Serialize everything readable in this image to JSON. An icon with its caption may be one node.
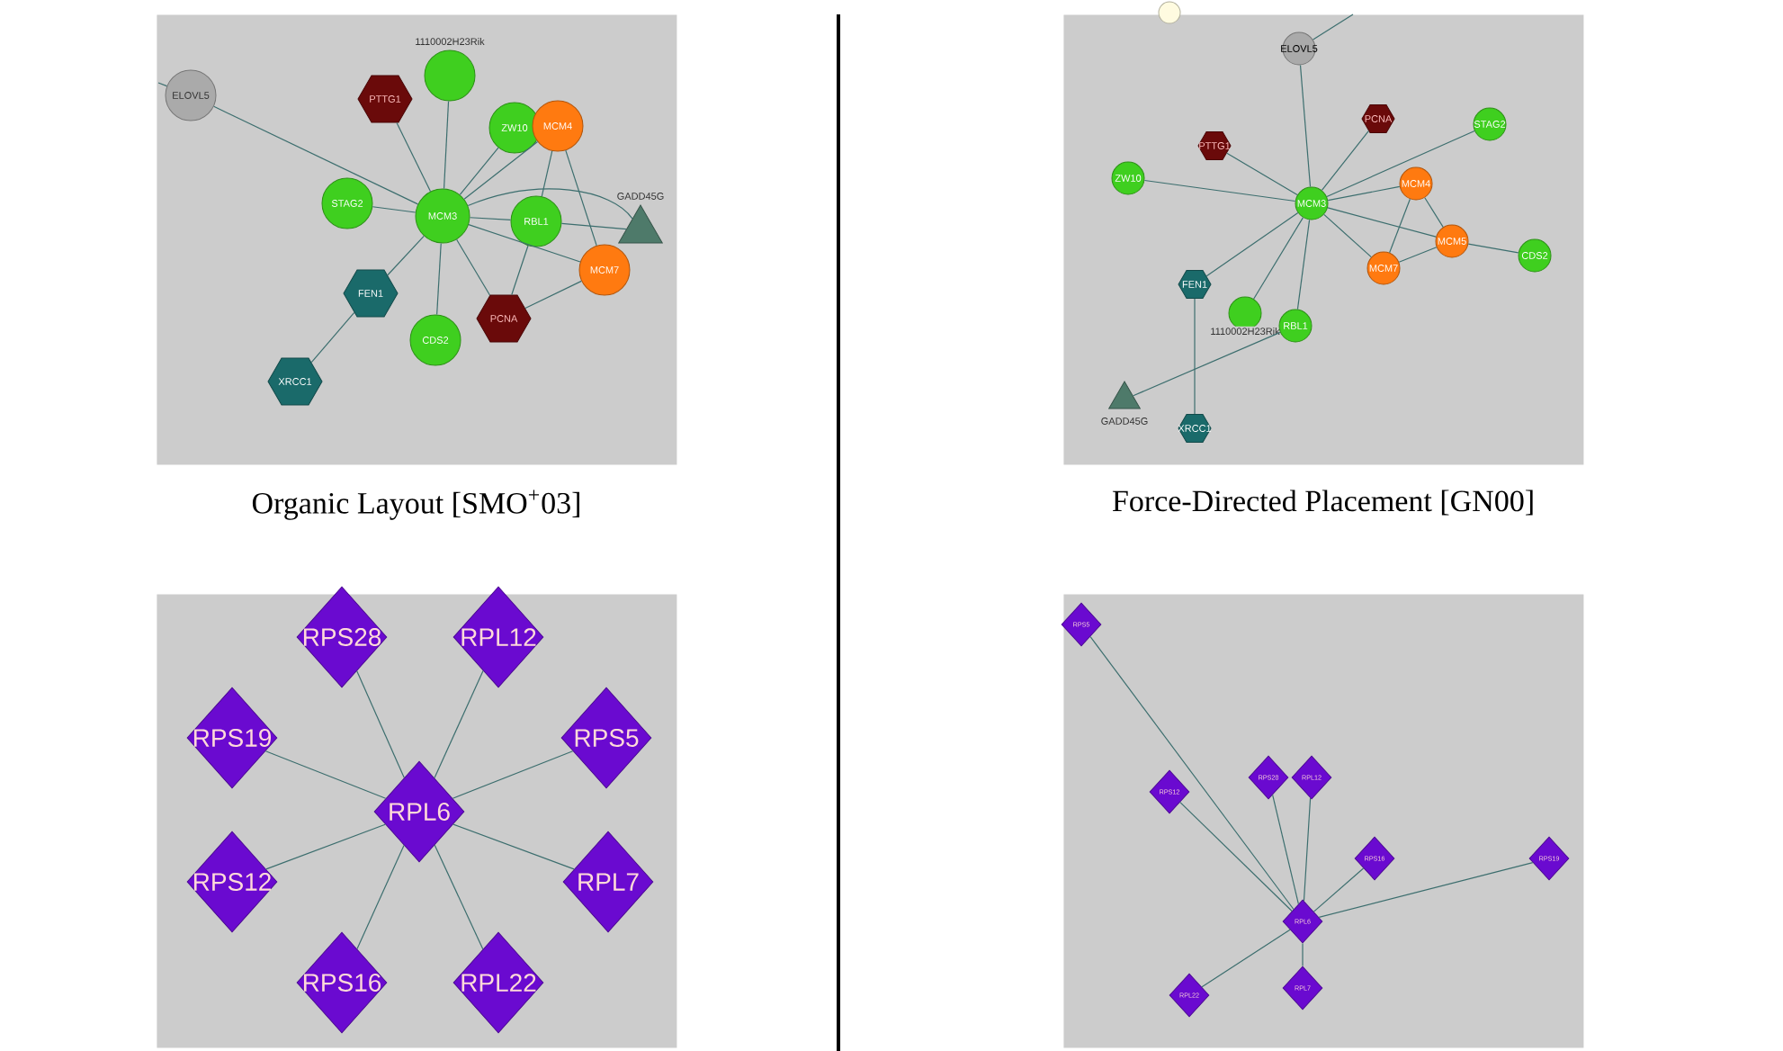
{
  "diagram": {
    "nodes": [
      {
        "text": [],
        "shape": "box"
      },
      {
        "text": [
          "ELOVL5"
        ],
        "in": 0
      },
      {
        "text": [
          "PTTG1"
        ],
        "in": 0
      },
      {
        "text": [
          "1110002H23Rik"
        ],
        "in": 0
      },
      {
        "text": [
          "ZW10"
        ],
        "in": 0
      },
      {
        "text": [
          "MCM4"
        ],
        "in": 0
      },
      {
        "text": [
          "STAG2"
        ],
        "in": 0
      },
      {
        "text": [
          "MCM3"
        ],
        "in": 0
      },
      {
        "text": [
          "RBL1"
        ],
        "in": 0
      },
      {
        "text": [
          "GADD45G"
        ],
        "in": 0
      },
      {
        "text": [
          "MCM7"
        ],
        "in": 0
      },
      {
        "text": [
          "FEN1"
        ],
        "in": 0
      },
      {
        "text": [
          "PCNA"
        ],
        "in": 0
      },
      {
        "text": [
          "CDS2"
        ],
        "in": 0
      },
      {
        "text": [
          "XRCC1"
        ],
        "in": 0
      },
      {
        "text": [],
        "shape": "box"
      },
      {
        "text": [],
        "shape": "circle",
        "in": 15
      },
      {
        "text": [
          "ELOVL5"
        ],
        "in": 15
      },
      {
        "text": [
          "PCNA"
        ],
        "in": 15
      },
      {
        "text": [
          "PTTG1"
        ],
        "in": 15
      },
      {
        "text": [
          "STAG2"
        ],
        "in": 15
      },
      {
        "text": [
          "ZW10"
        ],
        "in": 15
      },
      {
        "text": [
          "MCM4"
        ],
        "in": 15
      },
      {
        "text": [
          "MCM3"
        ],
        "in": 15
      },
      {
        "text": [
          "MCM5"
        ],
        "in": 15
      },
      {
        "text": [
          "MCM7"
        ],
        "in": 15
      },
      {
        "text": [
          "CDS2"
        ],
        "in": 15
      },
      {
        "text": [
          "FEN1"
        ],
        "in": 15
      },
      {
        "text": [
          "1110002H23Rik"
        ],
        "in": 15
      },
      {
        "text": [
          "RBL1"
        ],
        "in": 15
      },
      {
        "text": [
          "GADD45G"
        ],
        "in": 15
      },
      {
        "text": [
          "XRCC1"
        ],
        "in": 15
      },
      {
        "text": [],
        "shape": "box"
      },
      {
        "text": [
          "RPS28"
        ],
        "in": 32
      },
      {
        "text": [
          "RPL12"
        ],
        "in": 32
      },
      {
        "text": [
          "RPS19"
        ],
        "in": 32
      },
      {
        "text": [
          "RPS5"
        ],
        "in": 32
      },
      {
        "text": [
          "RPL6"
        ],
        "in": 32
      },
      {
        "text": [
          "RPS12"
        ],
        "in": 32
      },
      {
        "text": [
          "RPL7"
        ],
        "in": 32
      },
      {
        "text": [
          "RPS16"
        ],
        "in": 32
      },
      {
        "text": [
          "RPL22"
        ],
        "in": 32
      },
      {
        "text": [],
        "shape": "box"
      },
      {
        "text": [
          "RPS5"
        ],
        "in": 42
      },
      {
        "text": [
          "RPS12"
        ],
        "in": 42
      },
      {
        "text": [
          "RPS28"
        ],
        "in": 42
      },
      {
        "text": [
          "RPL12"
        ],
        "in": 42
      },
      {
        "text": [
          "RPS16"
        ],
        "in": 42
      },
      {
        "text": [
          "RPS19"
        ],
        "in": 42
      },
      {
        "text": [
          "RPL6"
        ],
        "in": 42
      },
      {
        "text": [
          "RPL22"
        ],
        "in": 42
      },
      {
        "text": [
          "RPL7"
        ],
        "in": 42
      }
    ],
    "edges": [
      {
        "from": 7,
        "to": 1,
        "arrow": "none"
      },
      {
        "from": 7,
        "to": 2,
        "arrow": "none"
      },
      {
        "from": 7,
        "to": 3,
        "arrow": "none"
      },
      {
        "from": 7,
        "to": 4,
        "arrow": "none"
      },
      {
        "from": 7,
        "to": 5,
        "arrow": "none"
      },
      {
        "from": 7,
        "to": 6,
        "arrow": "none"
      },
      {
        "from": 7,
        "to": 8,
        "arrow": "none"
      },
      {
        "from": 7,
        "to": 9,
        "arrow": "none"
      },
      {
        "from": 7,
        "to": 10,
        "arrow": "none"
      },
      {
        "from": 7,
        "to": 11,
        "arrow": "none"
      },
      {
        "from": 7,
        "to": 12,
        "arrow": "none"
      },
      {
        "from": 7,
        "to": 13,
        "arrow": "none"
      },
      {
        "from": 11,
        "to": 14,
        "arrow": "none"
      },
      {
        "from": 5,
        "to": 8,
        "arrow": "none"
      },
      {
        "from": 5,
        "to": 10,
        "arrow": "none"
      },
      {
        "from": 8,
        "to": 12,
        "arrow": "none"
      },
      {
        "from": 12,
        "to": 10,
        "arrow": "none"
      },
      {
        "from": 8,
        "to": 9,
        "arrow": "none"
      },
      {
        "from": 1,
        "to": null,
        "arrow": "none"
      },
      {
        "from": 23,
        "to": 17,
        "arrow": "none"
      },
      {
        "from": 23,
        "to": 19,
        "arrow": "none"
      },
      {
        "from": 23,
        "to": 18,
        "arrow": "none"
      },
      {
        "from": 23,
        "to": 20,
        "arrow": "none"
      },
      {
        "from": 23,
        "to": 21,
        "arrow": "none"
      },
      {
        "from": 23,
        "to": 22,
        "arrow": "none"
      },
      {
        "from": 23,
        "to": 24,
        "arrow": "none"
      },
      {
        "from": 23,
        "to": 25,
        "arrow": "none"
      },
      {
        "from": 23,
        "to": 27,
        "arrow": "none"
      },
      {
        "from": 23,
        "to": 28,
        "arrow": "none"
      },
      {
        "from": 23,
        "to": 29,
        "arrow": "none"
      },
      {
        "from": 22,
        "to": 24,
        "arrow": "none"
      },
      {
        "from": 22,
        "to": 25,
        "arrow": "none"
      },
      {
        "from": 24,
        "to": 25,
        "arrow": "none"
      },
      {
        "from": 24,
        "to": 26,
        "arrow": "none"
      },
      {
        "from": 27,
        "to": 31,
        "arrow": "none"
      },
      {
        "from": 29,
        "to": 30,
        "arrow": "none"
      },
      {
        "from": 17,
        "to": null,
        "arrow": "none"
      },
      {
        "from": 37,
        "to": 33,
        "arrow": "none"
      },
      {
        "from": 37,
        "to": 34,
        "arrow": "none"
      },
      {
        "from": 37,
        "to": 35,
        "arrow": "none"
      },
      {
        "from": 37,
        "to": 36,
        "arrow": "none"
      },
      {
        "from": 37,
        "to": 38,
        "arrow": "none"
      },
      {
        "from": 37,
        "to": 39,
        "arrow": "none"
      },
      {
        "from": 37,
        "to": 40,
        "arrow": "none"
      },
      {
        "from": 37,
        "to": 41,
        "arrow": "none"
      },
      {
        "from": 43,
        "to": 49,
        "arrow": "none"
      },
      {
        "from": 49,
        "to": 44,
        "arrow": "none"
      },
      {
        "from": 49,
        "to": 45,
        "arrow": "none"
      },
      {
        "from": 49,
        "to": 46,
        "arrow": "none"
      },
      {
        "from": 49,
        "to": 47,
        "arrow": "none"
      },
      {
        "from": 49,
        "to": 48,
        "arrow": "none"
      },
      {
        "from": 49,
        "to": 50,
        "arrow": "none"
      },
      {
        "from": 49,
        "to": 51,
        "arrow": "none"
      }
    ],
    "labels": [
      "Organic Layout [SMO$^{+}$03]",
      "Force-Directed Placement [GN00]"
    ]
  }
}
